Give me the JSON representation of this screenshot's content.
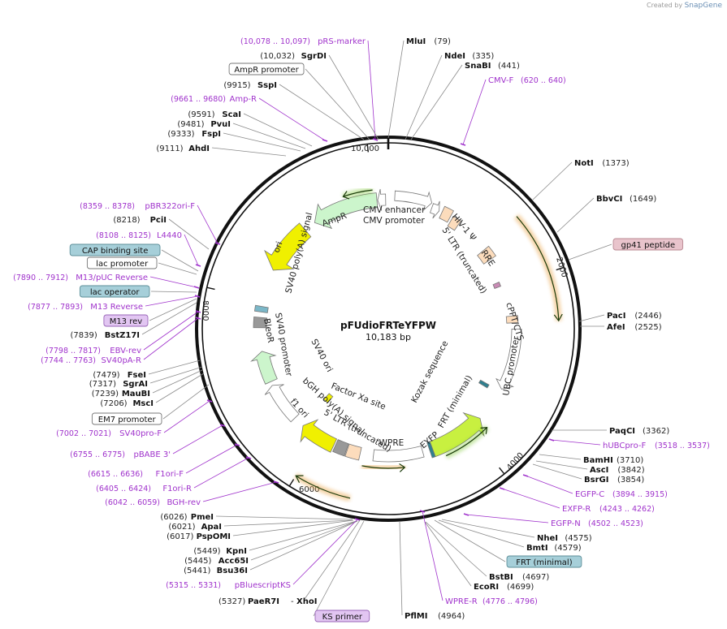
{
  "app": {
    "credit_prefix": "Created by",
    "credit_brand": "SnapGene"
  },
  "plasmid": {
    "name": "pFUdioFRTeYFPW",
    "length_label": "10,183 bp",
    "length": 10183
  },
  "ticks": [
    "10,000",
    "2000",
    "4000",
    "6000",
    "8000"
  ],
  "enzymes": [
    {
      "name": "MluI",
      "pos": "(79)"
    },
    {
      "name": "NdeI",
      "pos": "(335)"
    },
    {
      "name": "SnaBI",
      "pos": "(441)"
    },
    {
      "name": "NotI",
      "pos": "(1373)"
    },
    {
      "name": "BbvCI",
      "pos": "(1649)"
    },
    {
      "name": "PacI",
      "pos": "(2446)"
    },
    {
      "name": "AfeI",
      "pos": "(2525)"
    },
    {
      "name": "PaqCI",
      "pos": "(3362)"
    },
    {
      "name": "BamHI",
      "pos": "(3710)"
    },
    {
      "name": "AscI",
      "pos": "(3842)"
    },
    {
      "name": "BsrGI",
      "pos": "(3854)"
    },
    {
      "name": "NheI",
      "pos": "(4575)"
    },
    {
      "name": "BmtI",
      "pos": "(4579)"
    },
    {
      "name": "BstBI",
      "pos": "(4697)"
    },
    {
      "name": "EcoRI",
      "pos": "(4699)"
    },
    {
      "name": "PflMI",
      "pos": "(4964)"
    },
    {
      "name": "SgrDI",
      "pos": "(10,032)"
    },
    {
      "name": "SspI",
      "pos": "(9915)"
    },
    {
      "name": "ScaI",
      "pos": "(9591)"
    },
    {
      "name": "PvuI",
      "pos": "(9481)"
    },
    {
      "name": "FspI",
      "pos": "(9333)"
    },
    {
      "name": "AhdI",
      "pos": "(9111)"
    },
    {
      "name": "PciI",
      "pos": "(8218)"
    },
    {
      "name": "BstZ17I",
      "pos": "(7839)"
    },
    {
      "name": "FseI",
      "pos": "(7479)"
    },
    {
      "name": "SgrAI",
      "pos": "(7317)"
    },
    {
      "name": "MauBI",
      "pos": "(7239)"
    },
    {
      "name": "MscI",
      "pos": "(7206)"
    },
    {
      "name": "PmeI",
      "pos": "(6026)"
    },
    {
      "name": "ApaI",
      "pos": "(6021)"
    },
    {
      "name": "PspOMI",
      "pos": "(6017)"
    },
    {
      "name": "KpnI",
      "pos": "(5449)"
    },
    {
      "name": "Acc65I",
      "pos": "(5445)"
    },
    {
      "name": "Bsu36I",
      "pos": "(5441)"
    },
    {
      "name": "PaeR7I",
      "pos": "(5327)"
    },
    {
      "name": "XhoI",
      "pos": ""
    }
  ],
  "primers": [
    {
      "name": "pRS-marker",
      "pos": "(10,078 .. 10,097)"
    },
    {
      "name": "CMV-F",
      "pos": "(620 .. 640)"
    },
    {
      "name": "Amp-R",
      "pos": "(9661 .. 9680)"
    },
    {
      "name": "pBR322ori-F",
      "pos": "(8359 .. 8378)"
    },
    {
      "name": "L4440",
      "pos": "(8108 .. 8125)"
    },
    {
      "name": "M13/pUC Reverse",
      "pos": "(7890 .. 7912)"
    },
    {
      "name": "M13 Reverse",
      "pos": "(7877 .. 7893)"
    },
    {
      "name": "EBV-rev",
      "pos": "(7798 .. 7817)"
    },
    {
      "name": "SV40pA-R",
      "pos": "(7744 .. 7763)"
    },
    {
      "name": "SV40pro-F",
      "pos": "(7002 .. 7021)"
    },
    {
      "name": "pBABE 3'",
      "pos": "(6755 .. 6775)"
    },
    {
      "name": "F1ori-F",
      "pos": "(6615 .. 6636)"
    },
    {
      "name": "F1ori-R",
      "pos": "(6405 .. 6424)"
    },
    {
      "name": "BGH-rev",
      "pos": "(6042 .. 6059)"
    },
    {
      "name": "pBluescriptKS",
      "pos": "(5315 .. 5331)"
    },
    {
      "name": "WPRE-R",
      "pos": "(4776 .. 4796)"
    },
    {
      "name": "EGFP-N",
      "pos": "(4502 .. 4523)"
    },
    {
      "name": "EXFP-R",
      "pos": "(4243 .. 4262)"
    },
    {
      "name": "EGFP-C",
      "pos": "(3894 .. 3915)"
    },
    {
      "name": "hUBCpro-F",
      "pos": "(3518 .. 3537)"
    }
  ],
  "boxed": [
    {
      "name": "AmpR promoter",
      "style": "white"
    },
    {
      "name": "CAP binding site",
      "style": "teal"
    },
    {
      "name": "lac promoter",
      "style": "white"
    },
    {
      "name": "lac operator",
      "style": "teal"
    },
    {
      "name": "M13 rev",
      "style": "purple"
    },
    {
      "name": "EM7 promoter",
      "style": "white"
    },
    {
      "name": "KS primer",
      "style": "purple"
    },
    {
      "name": "FRT (minimal)",
      "style": "teal"
    },
    {
      "name": "gp41 peptide",
      "style": "pink"
    }
  ],
  "features": {
    "cmv_enhancer": "CMV enhancer",
    "cmv_promoter": "CMV promoter",
    "ampr": "AmpR",
    "ori": "ori",
    "sv40_polya": "SV40 poly(A) signal",
    "sv40_promoter": "SV40 promoter",
    "bleor": "BleoR",
    "sv40_ori": "SV40 ori",
    "f1_ori": "f1 ori",
    "bgh_polya": "bGH poly(A) signal",
    "ltr_trunc_bottom": "5' LTR (truncated)",
    "factor_xa": "Factor Xa site",
    "wpre": "WPRE",
    "eyfp": "EYFP",
    "frt_minimal": "FRT (minimal)",
    "kozak": "Kozak sequence",
    "ubc_promoter": "UBC promoter",
    "cppt": "cPPT/CTS",
    "rre": "RRE",
    "hiv_psi": "HIV-1 Ψ",
    "ltr_trunc_top": "5' LTR (truncated)"
  },
  "colors": {
    "backbone": "#111111",
    "enzyme_line": "#888888",
    "primer": "#a033cc",
    "ampr_fill": "#ccf5cc",
    "ori_fill": "#f0f000",
    "gray_fill": "#999999",
    "peach_fill": "#fcdcbc",
    "teal_box": "#a6cfd9",
    "purple_box": "#e2c6f2",
    "pink_box": "#e9c4cc",
    "primer_arrow_green": "#88cc44",
    "primer_arrow_orange": "#e8a040"
  }
}
